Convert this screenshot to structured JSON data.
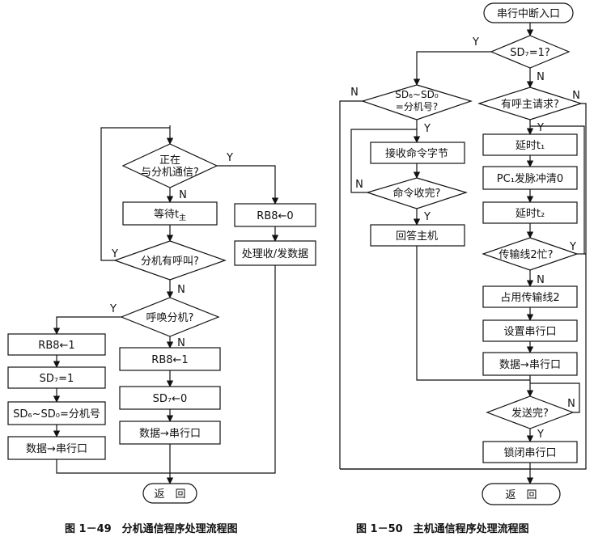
{
  "left": {
    "d_communicating_1": "正在",
    "d_communicating_2": "与分机通信?",
    "y": "Y",
    "n": "N",
    "wait_t": "等待t",
    "wait_sub": "主",
    "rb8_0": "RB8←0",
    "process_data": "处理收/发数据",
    "d_call": "分机有呼叫?",
    "d_summon": "呼唤分机?",
    "rb8_1_a": "RB8←1",
    "sd7_1": "SD₇=1",
    "sd_addr": "SD₆~SD₀=分机号",
    "data_port_a": "数据→串行口",
    "rb8_1_b": "RB8←1",
    "sd7_0": "SD₇←0",
    "data_port_b": "数据→串行口",
    "return": "返　回",
    "caption": "图 1－49　分机通信程序处理流程图"
  },
  "right": {
    "entry": "串行中断入口",
    "d_sd7": "SD₇=1?",
    "y": "Y",
    "n": "N",
    "d_addr_1": "SD₆~SD₀",
    "d_addr_2": "=分机号?",
    "d_master": "有呼主请求?",
    "delay_t1": "延时t₁",
    "pc1": "PC₁发脉冲清0",
    "delay_t2": "延时t₂",
    "d_line2": "传输线2忙?",
    "occupy": "占用传输线2",
    "set_port": "设置串行口",
    "data_port": "数据→串行口",
    "d_sent": "发送完?",
    "lock_port": "锁闭串行口",
    "recv_cmd": "接收命令字节",
    "d_cmd": "命令收完?",
    "reply": "回答主机",
    "return": "返　回",
    "caption": "图 1－50　主机通信程序处理流程图"
  }
}
